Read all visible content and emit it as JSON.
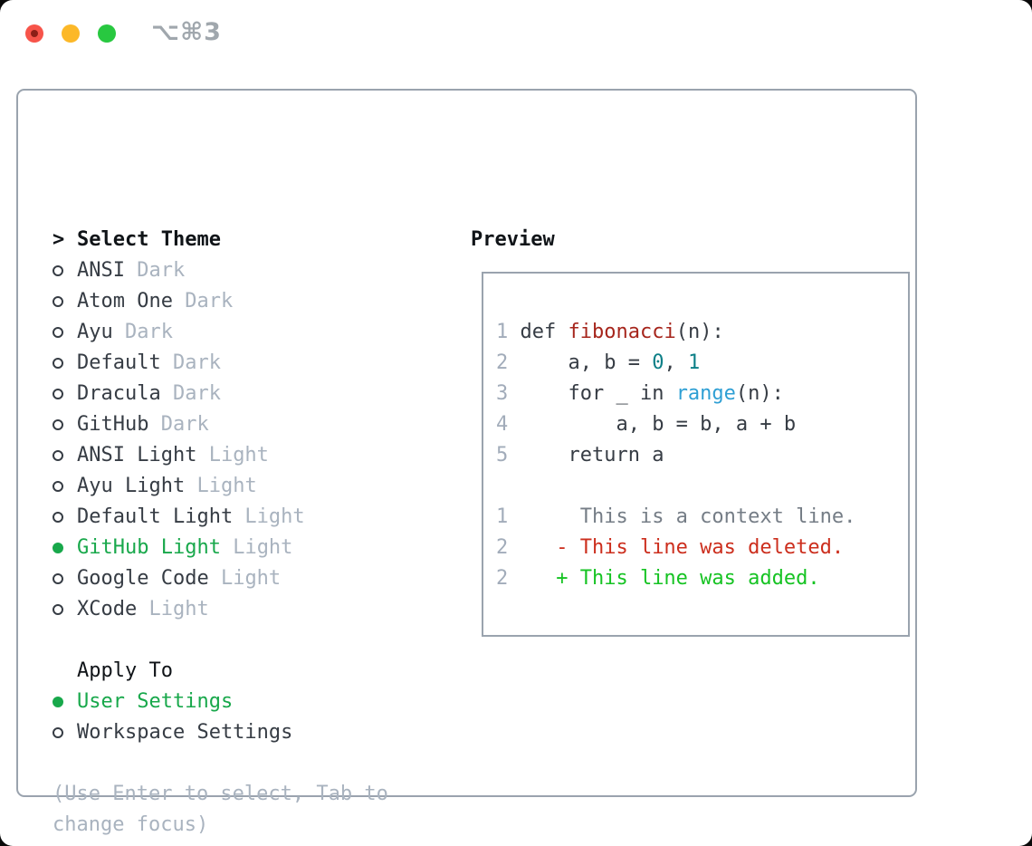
{
  "window": {
    "title": "⌥⌘3"
  },
  "colors": {
    "outside_bg": "#0a0a0a",
    "window_bg": "#ffffff",
    "border": "#9aa3ae",
    "heading": "#101418",
    "text": "#363c44",
    "muted": "#a9b3bf",
    "line_number": "#a2acba",
    "context": "#757d86",
    "accent_green": "#18a84b",
    "added_green": "#16c323",
    "deleted_red": "#cc2e1d",
    "function_red": "#a6251c",
    "number_teal": "#0c7f87",
    "builtin_blue": "#2e9fd4",
    "code_text": "#363c44",
    "title_gray": "#a0a7ad",
    "traffic_red": "#f7544a",
    "traffic_red_dot": "#8c1f17",
    "traffic_yellow": "#fcb828",
    "traffic_green": "#28c840"
  },
  "theme_picker": {
    "prompt": ">",
    "title": "Select Theme",
    "themes": [
      {
        "name": "ANSI",
        "variant": "Dark",
        "selected": false
      },
      {
        "name": "Atom One",
        "variant": "Dark",
        "selected": false
      },
      {
        "name": "Ayu",
        "variant": "Dark",
        "selected": false
      },
      {
        "name": "Default",
        "variant": "Dark",
        "selected": false
      },
      {
        "name": "Dracula",
        "variant": "Dark",
        "selected": false
      },
      {
        "name": "GitHub",
        "variant": "Dark",
        "selected": false
      },
      {
        "name": "ANSI Light",
        "variant": "Light",
        "selected": false
      },
      {
        "name": "Ayu Light",
        "variant": "Light",
        "selected": false
      },
      {
        "name": "Default Light",
        "variant": "Light",
        "selected": false
      },
      {
        "name": "GitHub Light",
        "variant": "Light",
        "selected": true
      },
      {
        "name": "Google Code",
        "variant": "Light",
        "selected": false
      },
      {
        "name": "XCode",
        "variant": "Light",
        "selected": false
      }
    ],
    "apply_to": {
      "title": "Apply To",
      "options": [
        {
          "label": "User Settings",
          "selected": true
        },
        {
          "label": "Workspace Settings",
          "selected": false
        }
      ]
    },
    "hint_line1": "(Use Enter to select, Tab to",
    "hint_line2": "change focus)"
  },
  "preview": {
    "title": "Preview",
    "code_lines": [
      {
        "segments": [
          {
            "t": "1",
            "c": "ln"
          },
          {
            "t": " def ",
            "c": "pl"
          },
          {
            "t": "fibonacci",
            "c": "fn"
          },
          {
            "t": "(n):",
            "c": "pl"
          }
        ]
      },
      {
        "segments": [
          {
            "t": "2",
            "c": "ln"
          },
          {
            "t": "     a, b = ",
            "c": "pl"
          },
          {
            "t": "0",
            "c": "nm"
          },
          {
            "t": ", ",
            "c": "pl"
          },
          {
            "t": "1",
            "c": "nm"
          }
        ]
      },
      {
        "segments": [
          {
            "t": "3",
            "c": "ln"
          },
          {
            "t": "     for _ in ",
            "c": "pl"
          },
          {
            "t": "range",
            "c": "bi"
          },
          {
            "t": "(n):",
            "c": "pl"
          }
        ]
      },
      {
        "segments": [
          {
            "t": "4",
            "c": "ln"
          },
          {
            "t": "         a, b = b, a + b",
            "c": "pl"
          }
        ]
      },
      {
        "segments": [
          {
            "t": "5",
            "c": "ln"
          },
          {
            "t": "     return a",
            "c": "pl"
          }
        ]
      },
      {
        "segments": []
      },
      {
        "segments": [
          {
            "t": "1",
            "c": "ln"
          },
          {
            "t": "      This is a context line.",
            "c": "ctx"
          }
        ]
      },
      {
        "segments": [
          {
            "t": "2",
            "c": "ln"
          },
          {
            "t": "    - This line was deleted.",
            "c": "del"
          }
        ]
      },
      {
        "segments": [
          {
            "t": "2",
            "c": "ln"
          },
          {
            "t": "    + This line was added.",
            "c": "add"
          }
        ]
      }
    ]
  }
}
